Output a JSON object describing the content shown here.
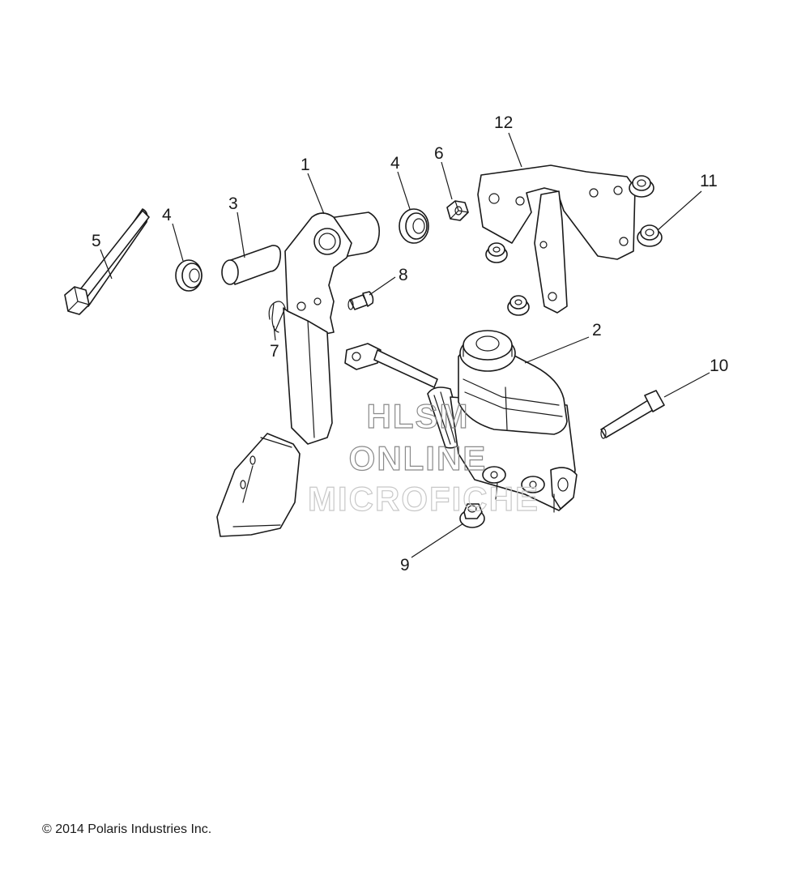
{
  "watermark": {
    "line1": "HLSM",
    "line2": "ONLINE",
    "line3": "MICROFICHE"
  },
  "copyright": "© 2014 Polaris Industries Inc.",
  "callouts": {
    "c1": "1",
    "c2": "2",
    "c3": "3",
    "c4a": "4",
    "c4b": "4",
    "c5": "5",
    "c6": "6",
    "c7": "7",
    "c8": "8",
    "c9": "9",
    "c10": "10",
    "c11": "11",
    "c12": "12"
  }
}
